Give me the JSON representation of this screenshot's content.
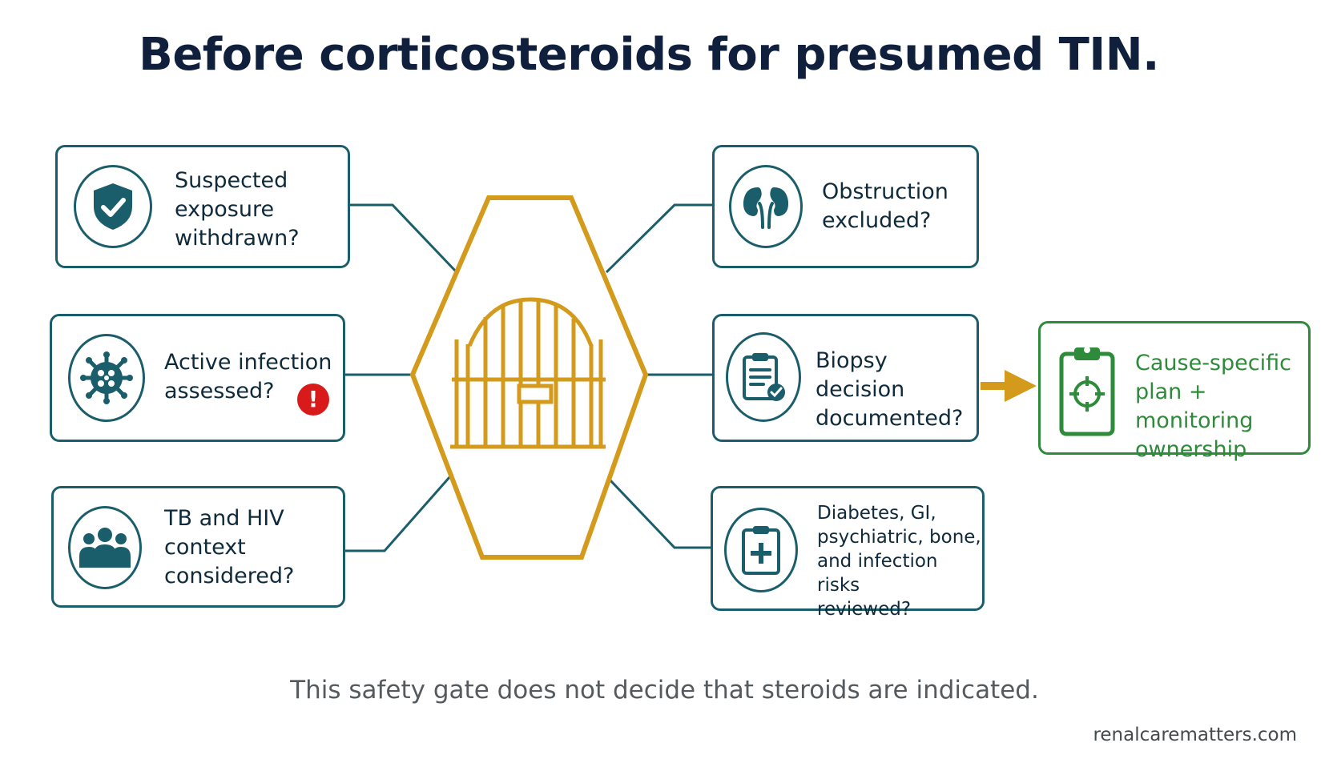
{
  "title": "Before corticosteroids for presumed TIN.",
  "left_checks": [
    {
      "icon": "shield-check-icon",
      "lines": [
        "Suspected",
        "exposure",
        "withdrawn?"
      ]
    },
    {
      "icon": "virus-icon",
      "lines": [
        "Active infection",
        "assessed?"
      ],
      "alert": "!"
    },
    {
      "icon": "people-group-icon",
      "lines": [
        "TB and HIV",
        "context",
        "considered?"
      ]
    }
  ],
  "right_checks": [
    {
      "icon": "kidneys-icon",
      "lines": [
        "Obstruction",
        "excluded?"
      ]
    },
    {
      "icon": "clipboard-check-icon",
      "lines": [
        "Biopsy decision",
        "documented?"
      ]
    },
    {
      "icon": "medical-clipboard-icon",
      "lines": [
        "Diabetes, GI,",
        "psychiatric, bone,",
        "and infection risks",
        "reviewed?"
      ]
    }
  ],
  "center": {
    "icon": "gate-icon"
  },
  "outcome": {
    "icon": "target-clipboard-icon",
    "lines": [
      "Cause-specific",
      "plan + monitoring",
      "ownership"
    ]
  },
  "footer": "This safety gate does not decide that steroids are indicated.",
  "credit": "renalcarematters.com",
  "colors": {
    "teal": "#1b5e6b",
    "gold": "#d39a1c",
    "green": "#2e8b3a",
    "alert": "#d91a1a",
    "navy": "#0f1f3c"
  }
}
